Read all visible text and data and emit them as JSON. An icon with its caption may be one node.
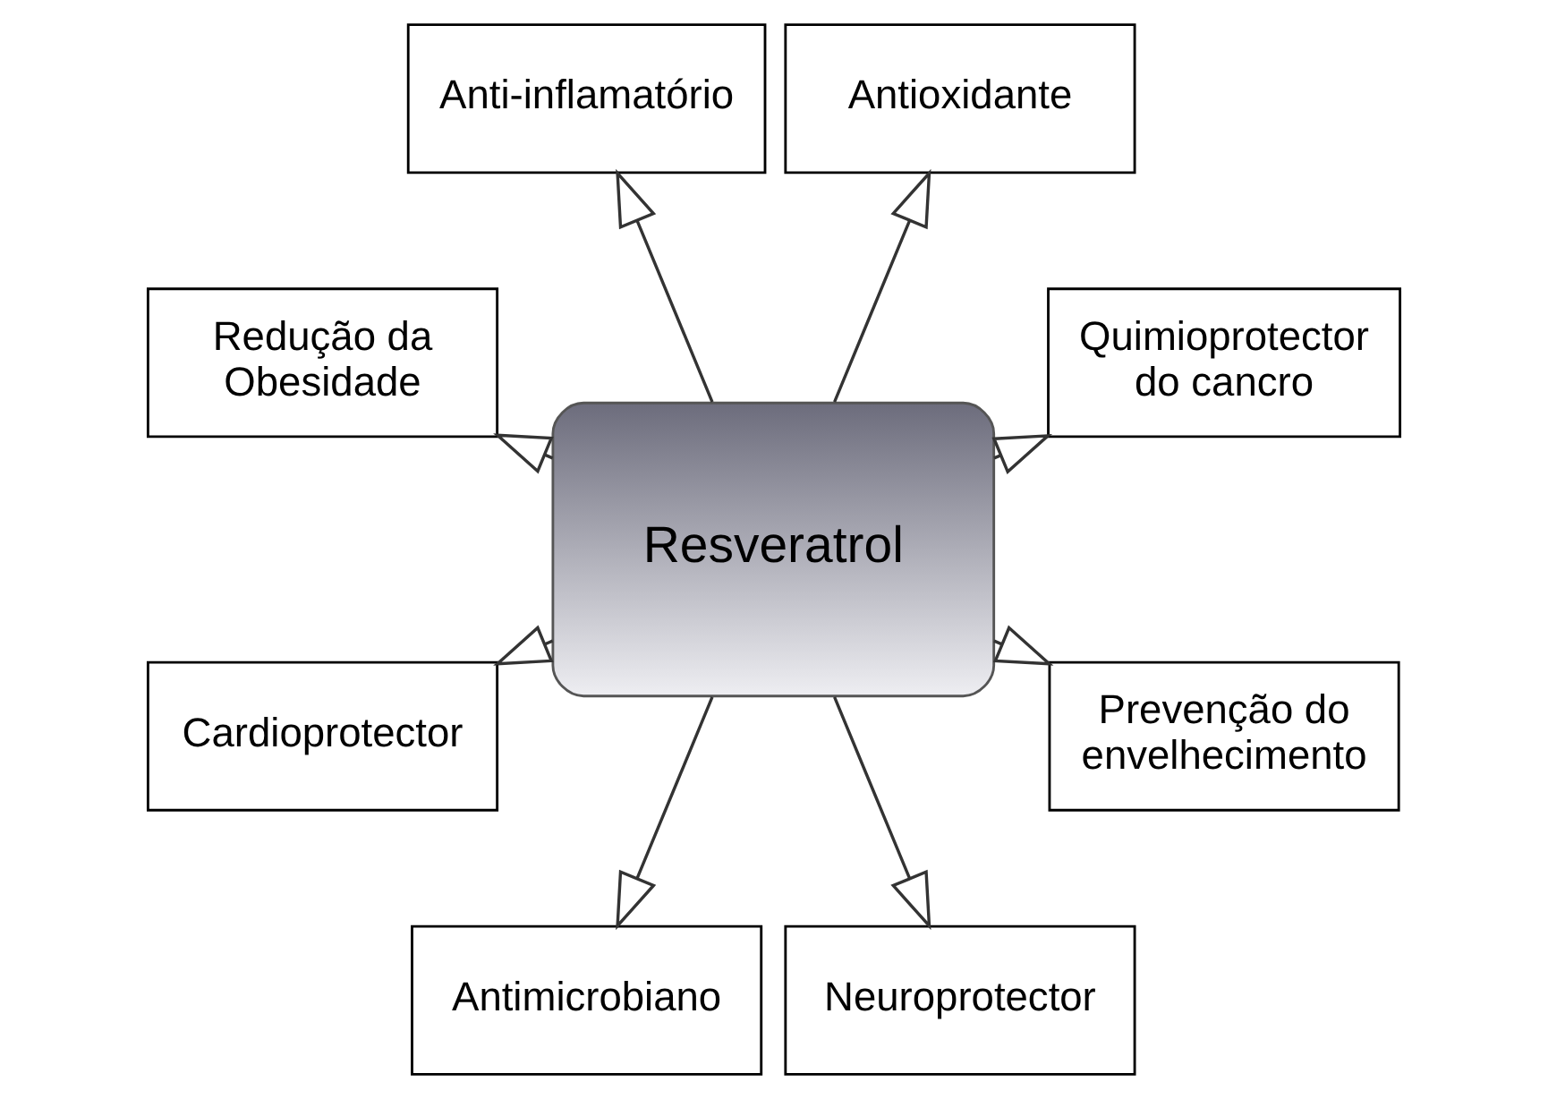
{
  "diagram": {
    "nodes": [
      {
        "text": [
          "Quimioprotector do cancro"
        ]
      },
      {
        "text": [
          "Antioxidante"
        ]
      },
      {
        "text": [
          "Anti-inflamatório"
        ]
      },
      {
        "text": [
          "Resveratrol"
        ]
      },
      {
        "text": [
          "Redução da Obesidade"
        ]
      },
      {
        "text": [
          "Cardioprotector"
        ]
      },
      {
        "text": [
          "Antimicrobiano"
        ]
      },
      {
        "text": [
          "Neuroprotector"
        ]
      },
      {
        "text": [
          "Prevenção do envelhecimento"
        ]
      }
    ],
    "edges": [
      {
        "from": 3,
        "to": 0,
        "arrow": "to"
      },
      {
        "from": 3,
        "to": 1,
        "arrow": "to"
      },
      {
        "from": 3,
        "to": 5,
        "arrow": "to"
      },
      {
        "from": 3,
        "to": 6,
        "arrow": "to"
      },
      {
        "from": 3,
        "to": 8,
        "arrow": "to"
      },
      {
        "from": 3,
        "to": 7,
        "arrow": "to"
      },
      {
        "from": 3,
        "to": 4,
        "arrow": "to"
      },
      {
        "from": 3,
        "to": 2,
        "arrow": "to"
      }
    ]
  }
}
